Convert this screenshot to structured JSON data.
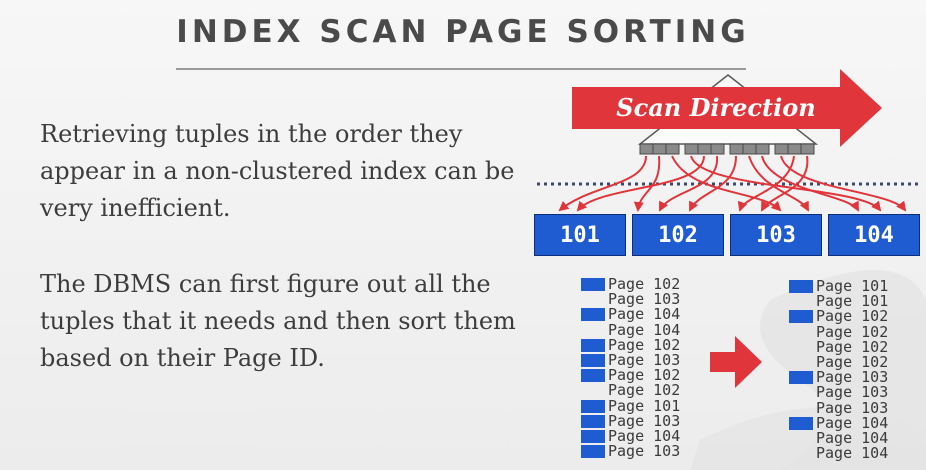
{
  "title": "INDEX SCAN PAGE SORTING",
  "paragraphs": [
    "Retrieving tuples in the order they appear in a non-clustered index can be very inefficient.",
    "The DBMS can first figure out all the tuples that it needs and then sort them based on their Page ID."
  ],
  "diagram": {
    "scan_label": "Scan Direction",
    "pages": [
      "101",
      "102",
      "103",
      "104"
    ],
    "unsorted_list": [
      {
        "label": "Page 102",
        "marked": true
      },
      {
        "label": "Page 103",
        "marked": false
      },
      {
        "label": "Page 104",
        "marked": true
      },
      {
        "label": "Page 104",
        "marked": false
      },
      {
        "label": "Page 102",
        "marked": true
      },
      {
        "label": "Page 103",
        "marked": true
      },
      {
        "label": "Page 102",
        "marked": true
      },
      {
        "label": "Page 102",
        "marked": false
      },
      {
        "label": "Page 101",
        "marked": true
      },
      {
        "label": "Page 103",
        "marked": true
      },
      {
        "label": "Page 104",
        "marked": true
      },
      {
        "label": "Page 103",
        "marked": true
      }
    ],
    "sorted_list": [
      {
        "label": "Page 101",
        "marked": true
      },
      {
        "label": "Page 101",
        "marked": false
      },
      {
        "label": "Page 102",
        "marked": true
      },
      {
        "label": "Page 102",
        "marked": false
      },
      {
        "label": "Page 102",
        "marked": false
      },
      {
        "label": "Page 102",
        "marked": false
      },
      {
        "label": "Page 103",
        "marked": true
      },
      {
        "label": "Page 103",
        "marked": false
      },
      {
        "label": "Page 103",
        "marked": false
      },
      {
        "label": "Page 104",
        "marked": true
      },
      {
        "label": "Page 104",
        "marked": false
      },
      {
        "label": "Page 104",
        "marked": false
      }
    ],
    "colors": {
      "accent_red": "#e0353b",
      "page_blue": "#1f5bd1",
      "node_gray": "#8a8a8a"
    }
  }
}
